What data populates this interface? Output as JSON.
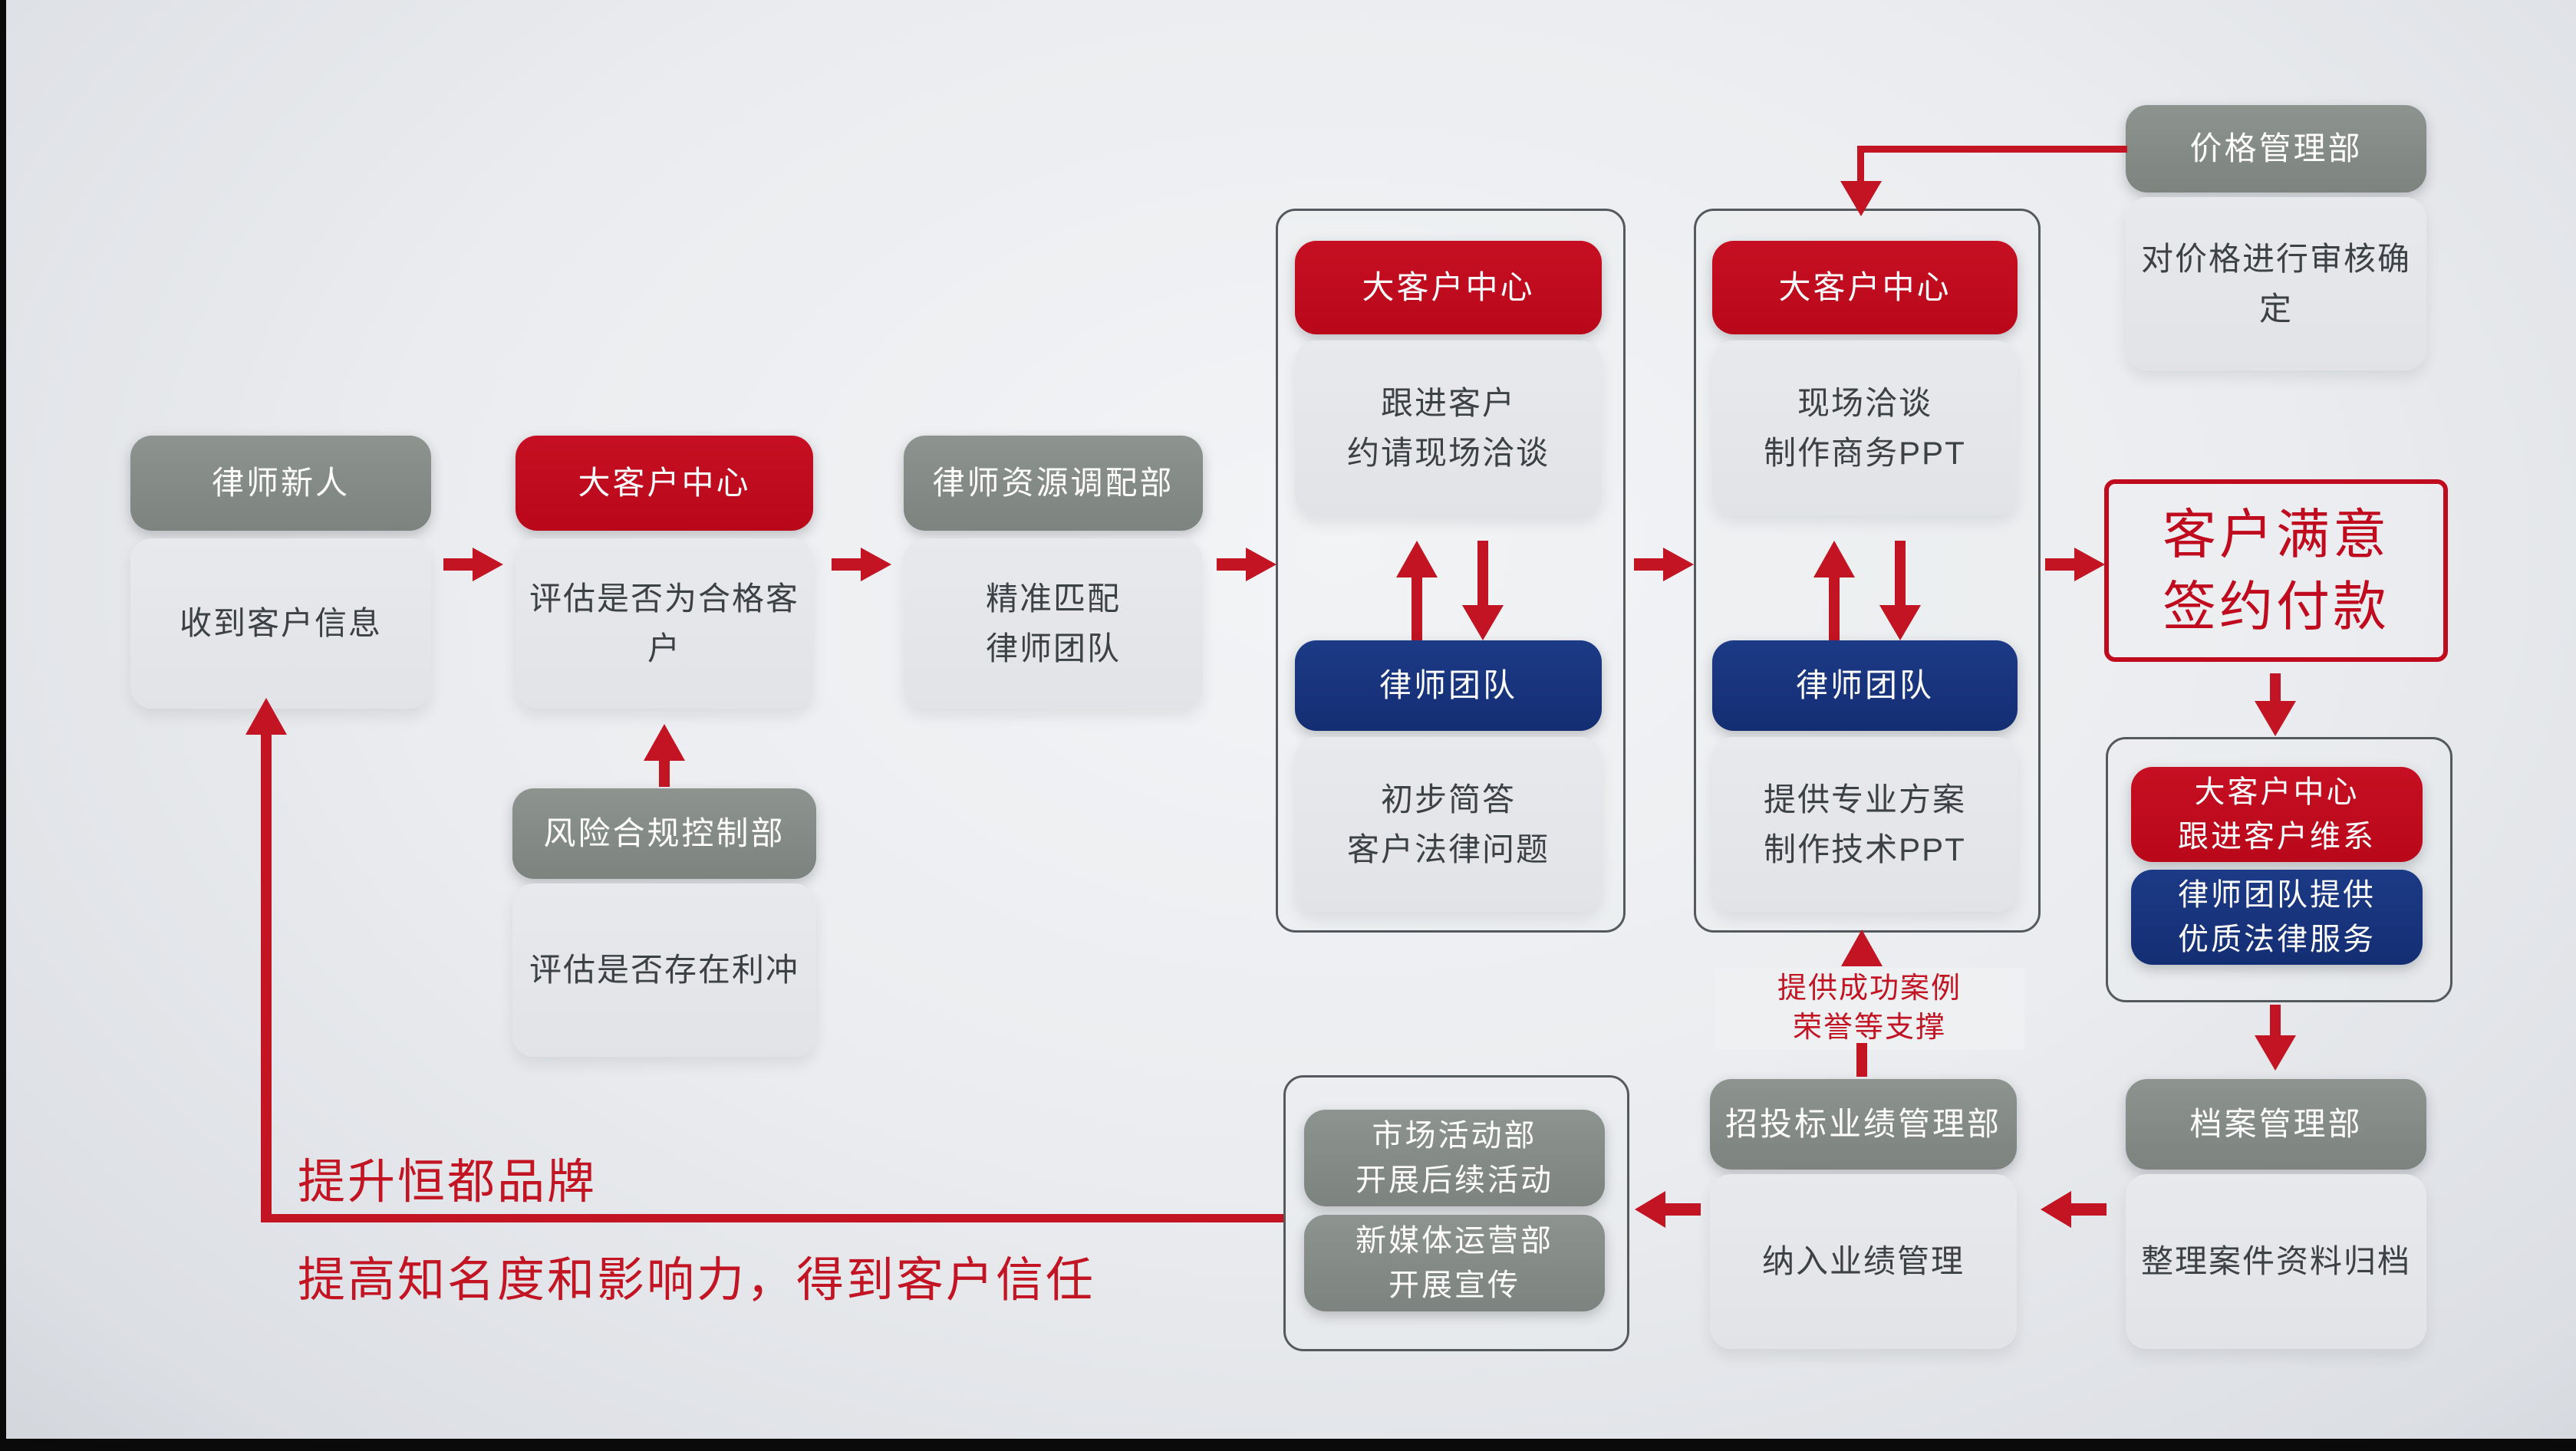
{
  "colors": {
    "red": "#c00a1e",
    "blue": "#18337b",
    "gray": "#868d89",
    "light_body": "#e3e5e8",
    "line_red": "#c21422"
  },
  "boxes": {
    "newcomer": {
      "header": "律师新人",
      "body": "收到客户信息"
    },
    "kac_eval": {
      "header": "大客户中心",
      "body": "评估是否为合格客户"
    },
    "resource": {
      "header": "律师资源调配部",
      "body_line1": "精准匹配",
      "body_line2": "律师团队"
    },
    "risk": {
      "header": "风险合规控制部",
      "body": "评估是否存在利冲"
    },
    "price": {
      "header": "价格管理部",
      "body": "对价格进行审核确定"
    },
    "stage1": {
      "top_header": "大客户中心",
      "top_body_line1": "跟进客户",
      "top_body_line2": "约请现场洽谈",
      "bottom_header": "律师团队",
      "bottom_body_line1": "初步简答",
      "bottom_body_line2": "客户法律问题"
    },
    "stage2": {
      "top_header": "大客户中心",
      "top_body_line1": "现场洽谈",
      "top_body_line2": "制作商务PPT",
      "bottom_header": "律师团队",
      "bottom_body_line1": "提供专业方案",
      "bottom_body_line2": "制作技术PPT"
    },
    "deal": {
      "line1": "客户满意",
      "line2": "签约付款"
    },
    "maintain": {
      "red_line1": "大客户中心",
      "red_line2": "跟进客户维系",
      "blue_line1": "律师团队提供",
      "blue_line2": "优质法律服务"
    },
    "archive": {
      "header": "档案管理部",
      "body": "整理案件资料归档"
    },
    "bid": {
      "header": "招投标业绩管理部",
      "body": "纳入业绩管理"
    },
    "marketing": {
      "box1_line1": "市场活动部",
      "box1_line2": "开展后续活动",
      "box2_line1": "新媒体运营部",
      "box2_line2": "开展宣传"
    }
  },
  "notes": {
    "support_line1": "提供成功案例",
    "support_line2": "荣誉等支撑",
    "slogan_line1": "提升恒都品牌",
    "slogan_line2": "提高知名度和影响力，得到客户信任"
  }
}
